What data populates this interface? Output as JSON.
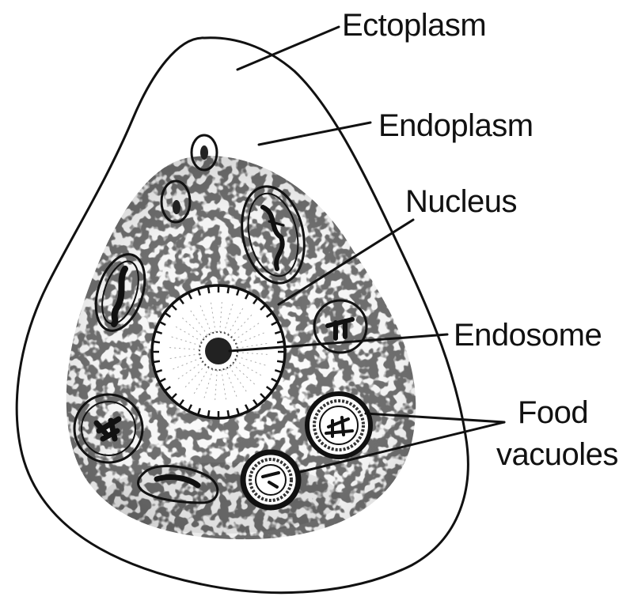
{
  "diagram": {
    "labels": {
      "ectoplasm": "Ectoplasm",
      "endoplasm": "Endoplasm",
      "nucleus": "Nucleus",
      "endosome": "Endosome",
      "food_vacuoles_line1": "Food",
      "food_vacuoles_line2": "vacuoles"
    }
  }
}
